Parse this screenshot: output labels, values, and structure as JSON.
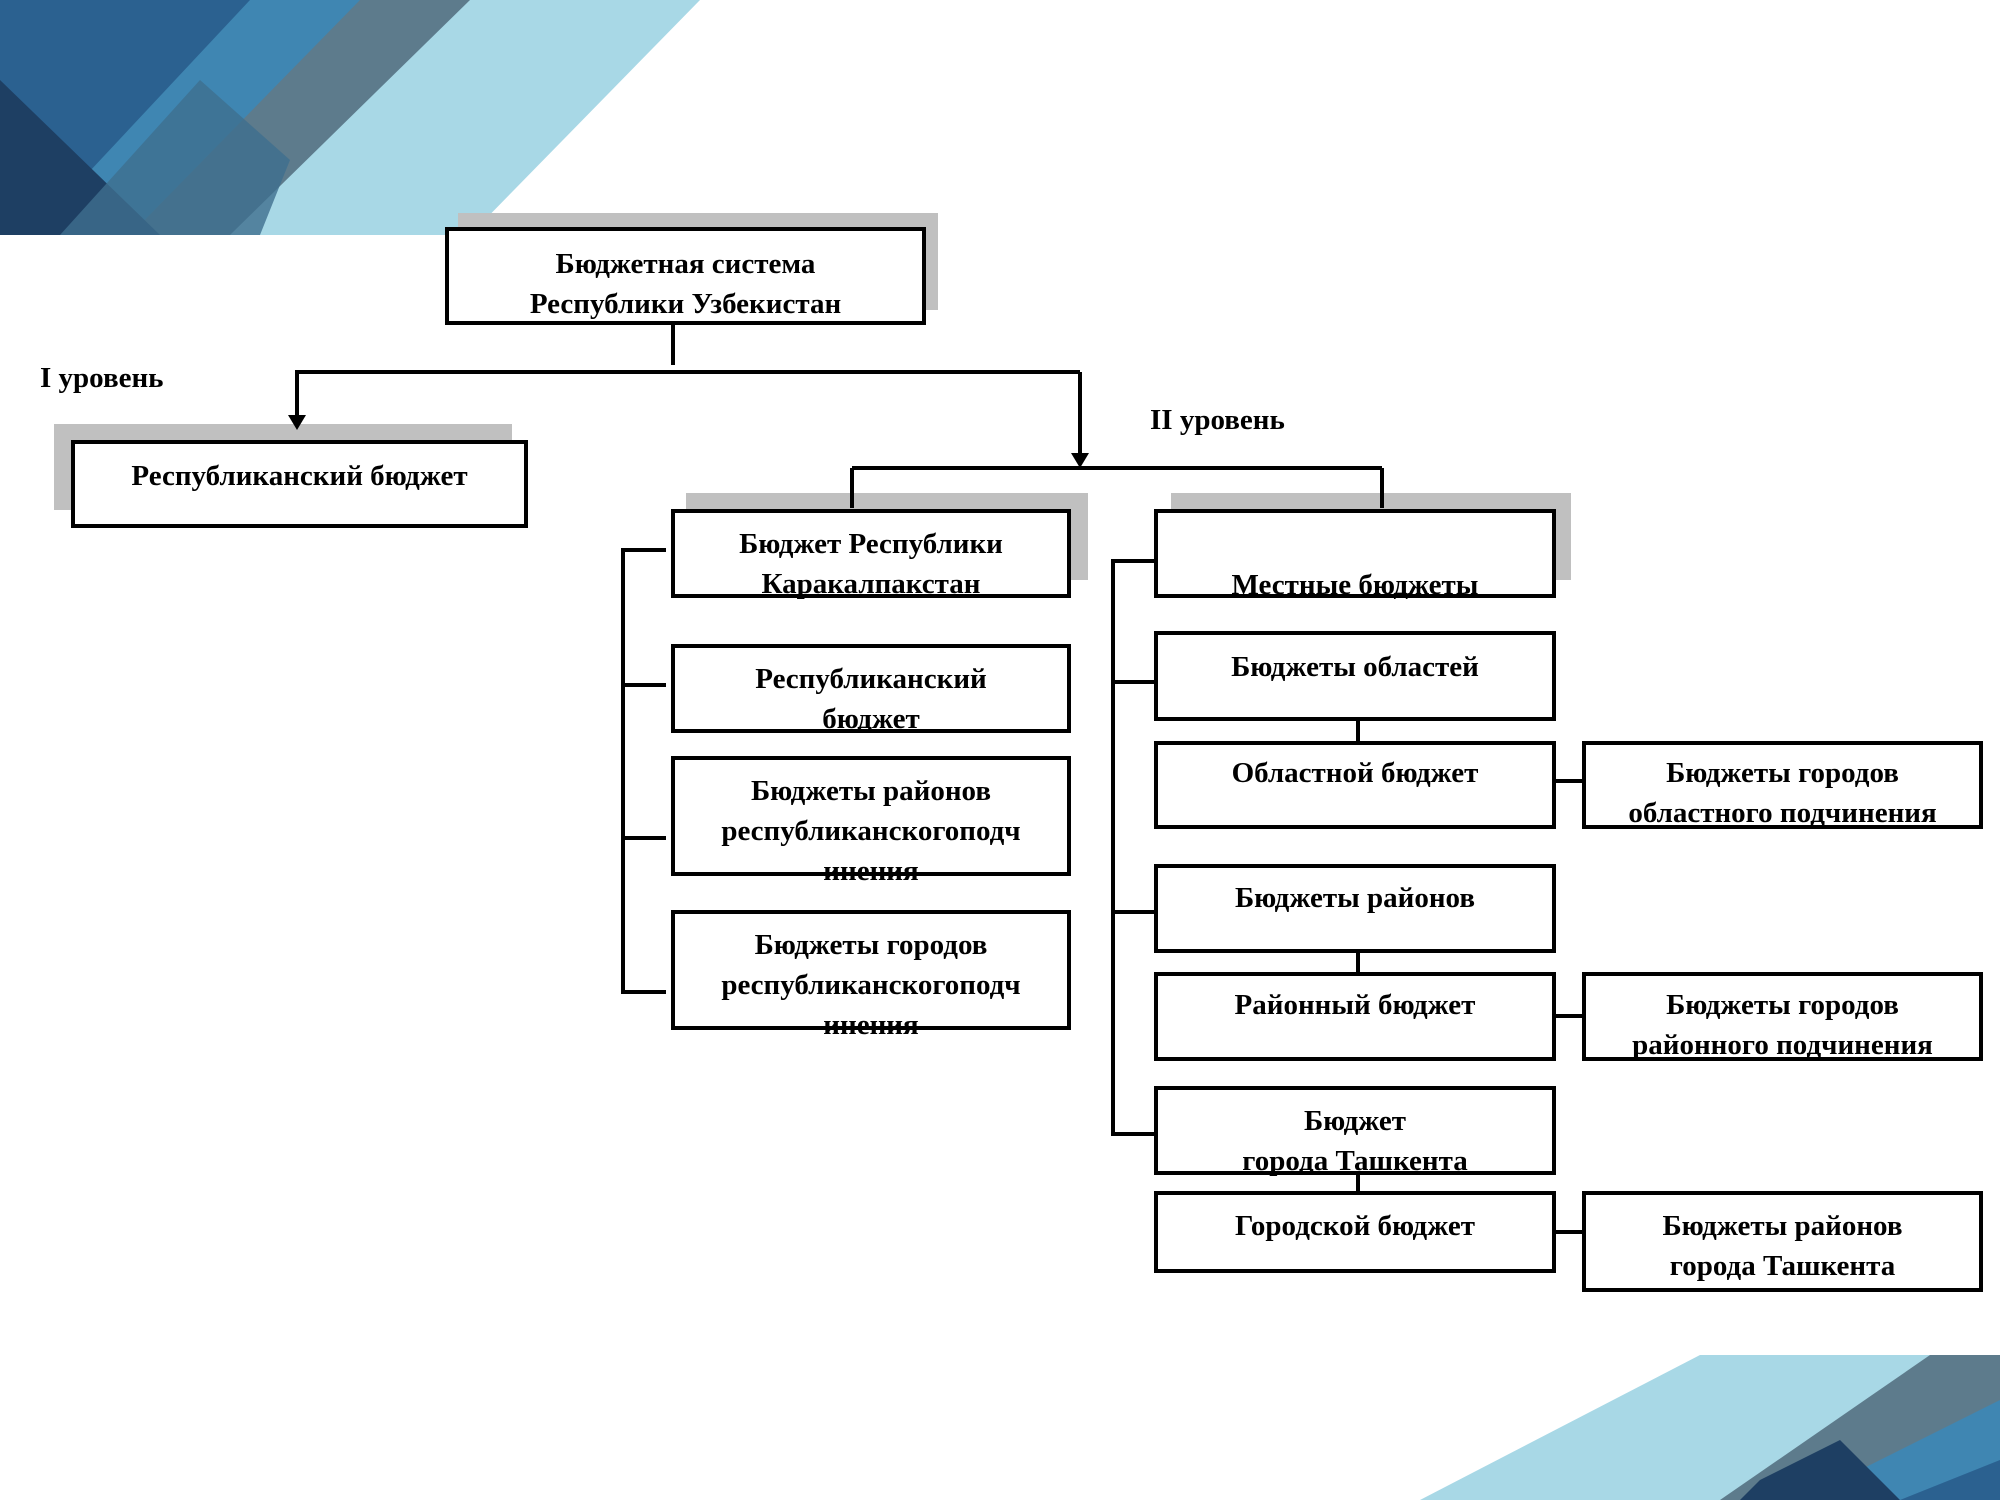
{
  "levels": {
    "level1": "I уровень",
    "level2": "II уровень"
  },
  "nodes": {
    "root": "Бюджетная система\nРеспублики Узбекистан",
    "republican_top": "Республиканский бюджет",
    "karakalpakstan": "Бюджет Республики\nКаракалпакстан",
    "kk_republican": "Республиканский\nбюджет",
    "kk_districts": "Бюджеты районов\nреспубликанскогоподч\nинения",
    "kk_cities": "Бюджеты городов\nреспубликанскогоподч\nинения",
    "local": "Местные бюджеты",
    "regions": "Бюджеты областей",
    "regional_budget": "Областной бюджет",
    "regional_cities": "Бюджеты городов\nобластного подчинения",
    "districts": "Бюджеты районов",
    "district_budget": "Районный бюджет",
    "district_cities": "Бюджеты городов\nрайонного подчинения",
    "tashkent": "Бюджет\nгорода Ташкента",
    "city_budget": "Городской бюджет",
    "tashkent_districts": "Бюджеты районов\nгорода Ташкента"
  }
}
